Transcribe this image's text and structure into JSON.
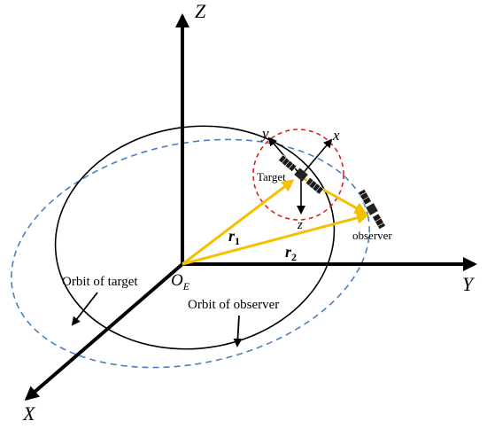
{
  "axes": {
    "z": "Z",
    "y": "Y",
    "x": "X"
  },
  "origin": {
    "main": "O",
    "sub": "E"
  },
  "local_axes": {
    "x": "x",
    "y": "y",
    "z": "z"
  },
  "labels": {
    "target": "Target",
    "observer": "observer",
    "orbit_target": "Orbit of target",
    "orbit_observer": "Orbit of observer",
    "r1_main": "r",
    "r1_sub": "1",
    "r2_main": "r",
    "r2_sub": "2"
  },
  "colors": {
    "axis": "#000000",
    "orbit_target": "#000000",
    "orbit_observer": "#4a7fc1",
    "vectors": "#f5c000",
    "local_frame_circle": "#e02020"
  }
}
